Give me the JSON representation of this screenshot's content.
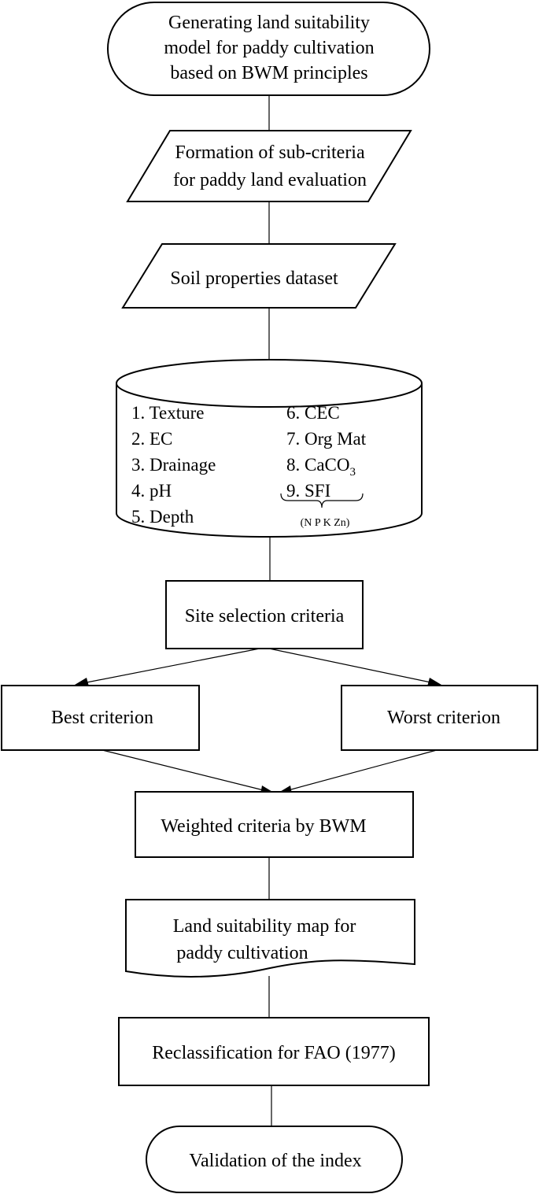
{
  "start": {
    "lines": [
      "Generating land suitability",
      "model for paddy cultivation",
      "based on BWM principles"
    ]
  },
  "subcriteria": {
    "lines": [
      "Formation of sub-criteria",
      "for paddy land evaluation"
    ]
  },
  "dataset": {
    "label": "Soil properties dataset"
  },
  "database": {
    "left_items": [
      "1. Texture",
      "2. EC",
      "3. Drainage",
      "4. pH",
      "5. Depth"
    ],
    "right_items": [
      "6. CEC",
      "7. Org Mat"
    ],
    "caco3_prefix": "8. CaCO",
    "caco3_subscript": "3",
    "sfi_item": "9. SFI",
    "sfi_nutrients": "(N P K Zn)"
  },
  "site_selection": {
    "label": "Site selection criteria"
  },
  "best": {
    "label": "Best criterion"
  },
  "worst": {
    "label": "Worst criterion"
  },
  "weighted": {
    "label": "Weighted criteria by BWM"
  },
  "map_doc": {
    "lines": [
      "Land suitability map for",
      "paddy cultivation"
    ]
  },
  "reclass": {
    "label": "Reclassification for FAO (1977)"
  },
  "end": {
    "label": "Validation of the index"
  }
}
